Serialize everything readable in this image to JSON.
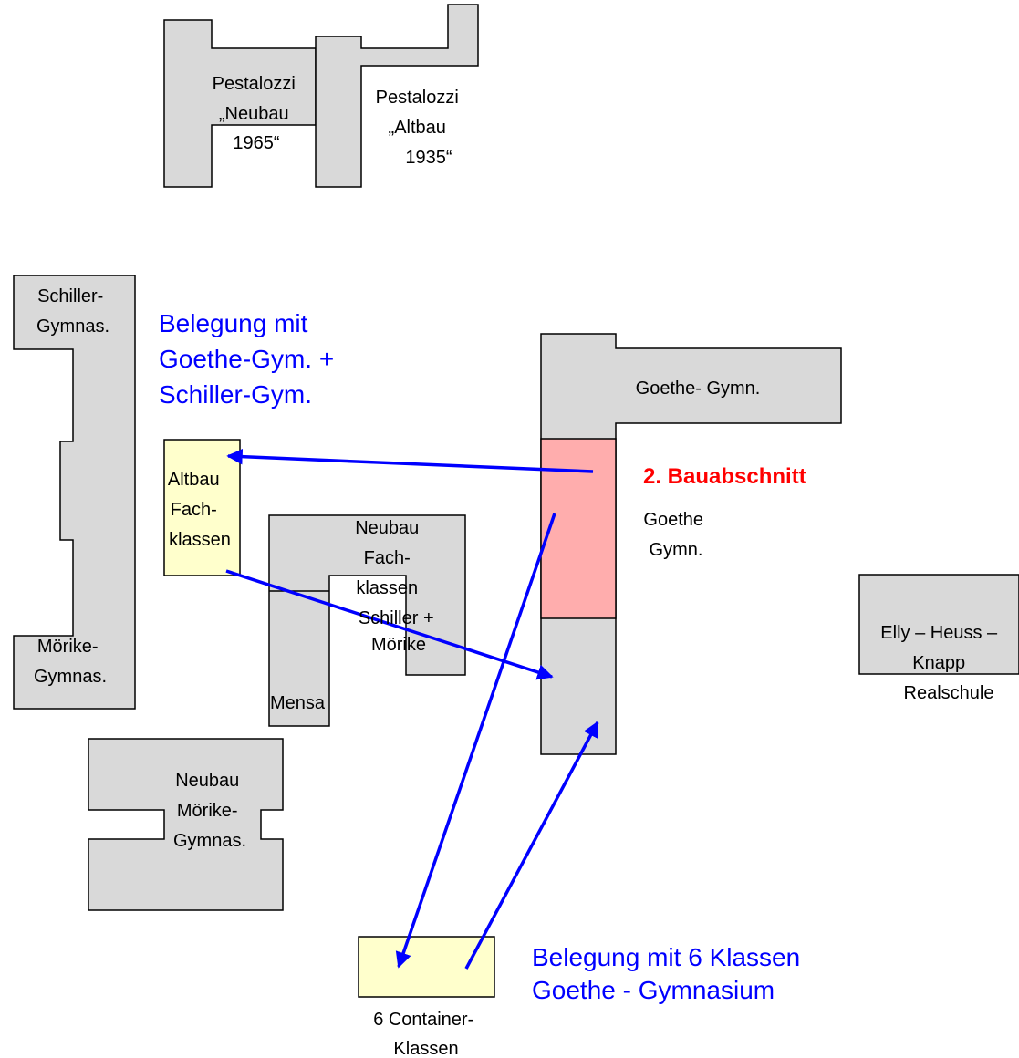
{
  "colors": {
    "building_fill": "#d9d9d9",
    "temporary_fill": "#ffffcc",
    "construction_fill": "#ffadad",
    "arrow": "#0000ff",
    "note_text": "#0000ff",
    "highlight_text": "#ff0000"
  },
  "labels": {
    "pestalozzi_neubau": [
      "Pestalozzi",
      "„Neubau",
      "1965“"
    ],
    "pestalozzi_altbau": [
      "Pestalozzi",
      "„Altbau",
      "1935“"
    ],
    "schiller_gymnas": [
      "Schiller-",
      "Gymnas."
    ],
    "moerike_gymnas": [
      "Mörike-",
      "Gymnas."
    ],
    "altbau_fachklassen": [
      "Altbau",
      "Fach-",
      "klassen"
    ],
    "neubau_fachklassen": [
      "Neubau",
      "Fach-",
      "klassen",
      "Schiller +",
      "Mörike"
    ],
    "mensa": "Mensa",
    "goethe_gymn_top": "Goethe- Gymn.",
    "goethe_gymn_side": [
      "Goethe",
      "Gymn."
    ],
    "elly_heuss": [
      "Elly – Heuss –",
      "Knapp",
      "Realschule"
    ],
    "neubau_moerike": [
      "Neubau",
      "Mörike-",
      "Gymnas."
    ],
    "container": [
      "6 Container-",
      "Klassen"
    ]
  },
  "notes": {
    "belegung_top": [
      "Belegung mit",
      "Goethe-Gym. +",
      "Schiller-Gym."
    ],
    "belegung_bottom": [
      "Belegung mit 6 Klassen",
      "Goethe - Gymnasium"
    ]
  },
  "highlight": {
    "bauabschnitt": "2. Bauabschnitt"
  }
}
